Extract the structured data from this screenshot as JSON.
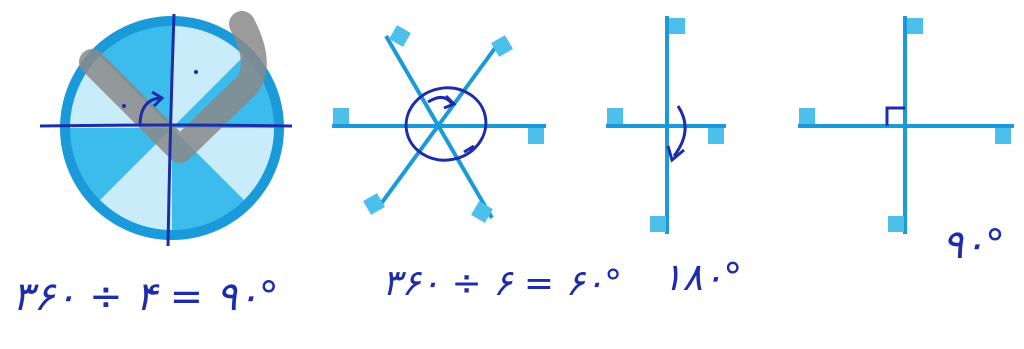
{
  "figures": [
    {
      "id": "circle-figure",
      "caption": "۳۶۰ ÷ ۴ = ۹۰°"
    },
    {
      "id": "six-arm-figure",
      "caption": "۳۶۰ ÷ ۶ = ۶۰°"
    },
    {
      "id": "two-flag-figure",
      "caption": "۱۸۰°"
    },
    {
      "id": "four-flag-figure",
      "caption": "۹۰°"
    }
  ],
  "colors": {
    "figure_blue": "#1a9ad8",
    "light_blue": "#c9ecfa",
    "mid_blue": "#3cbcec",
    "pen_ink": "#1d2ca8",
    "flag_blue": "#4cc0ea",
    "gray_mark": "#8a8a8a"
  }
}
